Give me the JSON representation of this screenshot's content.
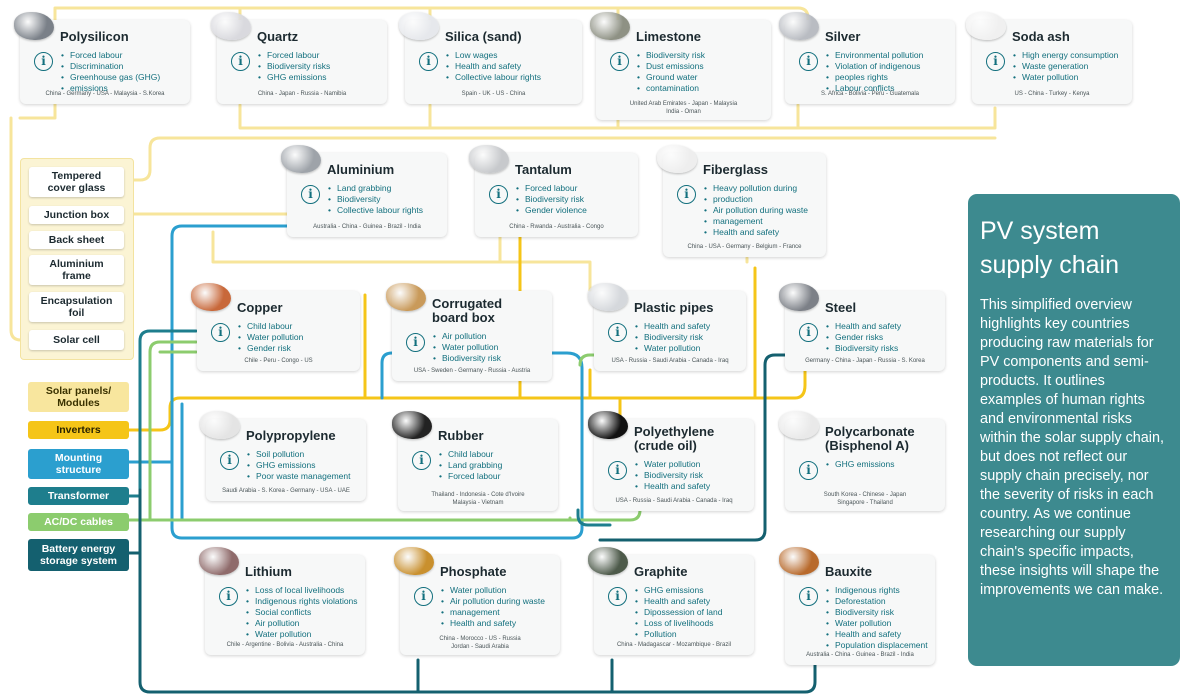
{
  "colors": {
    "teal": "#13707e",
    "yellow": "#f5c518",
    "light_yellow": "#f7e59b",
    "green": "#8ccc6e",
    "blue": "#2b9fcf",
    "dark_teal": "#14606f"
  },
  "materials": [
    {
      "id": "polysilicon",
      "name": "Polysilicon",
      "risks": [
        "Forced labour",
        "Discrimination",
        "Greenhouse gas (GHG)",
        "emissions"
      ],
      "countries": "China - Germany - USA - Malaysia - S.Korea"
    },
    {
      "id": "quartz",
      "name": "Quartz",
      "risks": [
        "Forced labour",
        "Biodiversity risks",
        "GHG emissions"
      ],
      "countries": "China - Japan - Russia - Namibia"
    },
    {
      "id": "silica",
      "name": "Silica (sand)",
      "risks": [
        "Low wages",
        "Health and safety",
        "Collective labour rights"
      ],
      "countries": "Spain - UK - US - China"
    },
    {
      "id": "limestone",
      "name": "Limestone",
      "risks": [
        "Biodiversity risk",
        "Dust emissions",
        "Ground water",
        "contamination"
      ],
      "countries": "United Arab Emirates - Japan - Malaysia\nIndia - Oman"
    },
    {
      "id": "silver",
      "name": "Silver",
      "risks": [
        "Environmental pollution",
        "Violation of indigenous",
        "peoples rights",
        "Labour conflicts"
      ],
      "countries": "S. Africa - Bolivia - Peru - Guatemala"
    },
    {
      "id": "soda_ash",
      "name": "Soda ash",
      "risks": [
        "High energy consumption",
        "Waste generation",
        "Water pollution"
      ],
      "countries": "US - China - Turkey - Kenya"
    },
    {
      "id": "aluminium",
      "name": "Aluminium",
      "risks": [
        "Land grabbing",
        "Biodiversity",
        "Collective labour rights"
      ],
      "countries": "Australia - China - Guinea - Brazil - India"
    },
    {
      "id": "tantalum",
      "name": "Tantalum",
      "risks": [
        "Forced labour",
        "Biodiversity risk",
        "Gender violence"
      ],
      "countries": "China - Rwanda - Australia - Congo"
    },
    {
      "id": "fiberglass",
      "name": "Fiberglass",
      "risks": [
        "Heavy pollution during",
        "production",
        "Air pollution during waste",
        "management",
        "Health and safety"
      ],
      "countries": "China - USA - Germany - Belgium - France"
    },
    {
      "id": "copper",
      "name": "Copper",
      "risks": [
        "Child labour",
        "Water pollution",
        "Gender risk"
      ],
      "countries": "Chile - Peru - Congo - US"
    },
    {
      "id": "corrugated",
      "name": "Corrugated\nboard box",
      "risks": [
        "Air pollution",
        "Water pollution",
        "Biodiversity risk"
      ],
      "countries": "USA - Sweden - Germany - Russia - Austria"
    },
    {
      "id": "plastic_pipes",
      "name": "Plastic pipes",
      "risks": [
        "Health and safety",
        "Biodiversity risk",
        "Water pollution"
      ],
      "countries": "USA - Russia - Saudi Arabia - Canada - Iraq"
    },
    {
      "id": "steel",
      "name": "Steel",
      "risks": [
        "Health and safety",
        "Gender risks",
        "Biodiversity risks"
      ],
      "countries": "Germany - China - Japan - Russia - S. Korea"
    },
    {
      "id": "polypropylene",
      "name": "Polypropylene",
      "risks": [
        "Soil pollution",
        "GHG emissions",
        "Poor waste management"
      ],
      "countries": "Saudi Arabia - S. Korea - Germany - USA - UAE"
    },
    {
      "id": "rubber",
      "name": "Rubber",
      "risks": [
        "Child labour",
        "Land grabbing",
        "Forced labour"
      ],
      "countries": "Thailand - Indonesia - Cote d'Ivoire\nMalaysia - Vietnam"
    },
    {
      "id": "polyethylene",
      "name": "Polyethylene\n(crude oil)",
      "risks": [
        "Water pollution",
        "Biodiversity risk",
        "Health and safety"
      ],
      "countries": "USA - Russia - Saudi Arabia - Canada - Iraq"
    },
    {
      "id": "polycarbonate",
      "name": "Polycarbonate\n(Bisphenol A)",
      "risks": [
        "GHG emissions"
      ],
      "countries": "South Korea - Chinese - Japan\nSingapore - Thailand"
    },
    {
      "id": "lithium",
      "name": "Lithium",
      "risks": [
        "Loss of local livelihoods",
        "Indigenous rights violations",
        "Social conflicts",
        "Air pollution",
        "Water pollution"
      ],
      "countries": "Chile - Argentine - Bolivia - Australia - China"
    },
    {
      "id": "phosphate",
      "name": "Phosphate",
      "risks": [
        "Water pollution",
        "Air pollution during waste",
        "management",
        "Health and safety"
      ],
      "countries": "China - Morocco - US - Russia\nJordan - Saudi Arabia"
    },
    {
      "id": "graphite",
      "name": "Graphite",
      "risks": [
        "GHG emissions",
        "Health and safety",
        "Dipossession of land",
        "Loss of livelihoods",
        "Pollution"
      ],
      "countries": "China - Madagascar - Mozambique - Brazil"
    },
    {
      "id": "bauxite",
      "name": "Bauxite",
      "risks": [
        "Indigenous rights",
        "Deforestation",
        "Biodiversity risk",
        "Water pollution",
        "Health and safety",
        "Population displacement"
      ],
      "countries": "Australia - China - Guinea - Brazil - India"
    }
  ],
  "components": [
    "Tempered\ncover glass",
    "Junction box",
    "Back sheet",
    "Aluminium\nframe",
    "Encapsulation\nfoil",
    "Solar cell"
  ],
  "products": [
    "Solar panels/\nModules",
    "Inverters",
    "Mounting\nstructure",
    "Transformer",
    "AC/DC cables",
    "Battery energy\nstorage system"
  ],
  "sidebar": {
    "heading": "PV system supply chain",
    "body": "This simplified overview highlights key countries producing raw materials for PV components and semi-products. It outlines examples of human rights and environmental risks within the solar supply chain, but does not reflect our supply chain precisely, nor the severity of risks in each country. As we continue researching our supply chain's specific impacts, these insights will shape the improvements we can make."
  },
  "info_glyph": "i"
}
